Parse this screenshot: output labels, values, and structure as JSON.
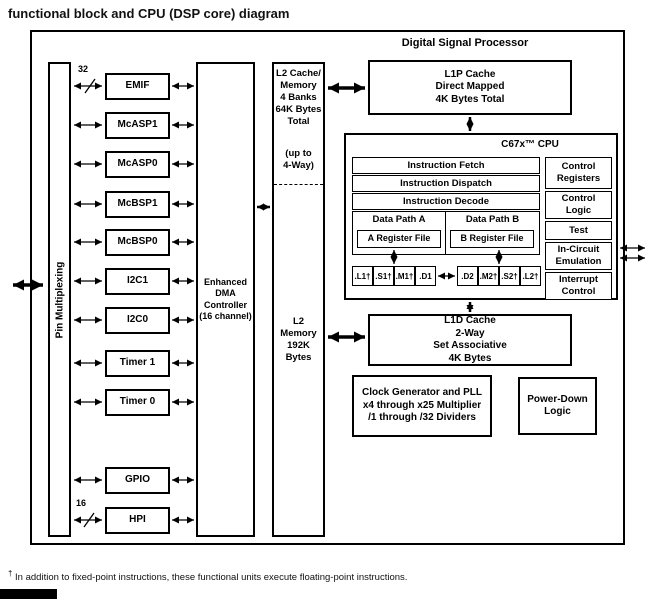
{
  "title": "functional block and CPU (DSP core) diagram",
  "outer": {
    "label": "Digital Signal Processor"
  },
  "pin_mux": {
    "label": "Pin Multiplexing"
  },
  "bus": {
    "emif_width": "32",
    "hpi_width": "16"
  },
  "peripherals": [
    "EMIF",
    "McASP1",
    "McASP0",
    "McBSP1",
    "McBSP0",
    "I2C1",
    "I2C0",
    "Timer 1",
    "Timer 0",
    "GPIO",
    "HPI"
  ],
  "dma": {
    "label": "Enhanced\nDMA\nController\n(16 channel)"
  },
  "l2": {
    "cache_label": "L2 Cache/\nMemory\n4 Banks\n64K Bytes\nTotal",
    "upto_label": "(up to\n4-Way)",
    "memory_label": "L2\nMemory\n192K\nBytes"
  },
  "l1p": {
    "label": "L1P Cache\nDirect Mapped\n4K Bytes Total"
  },
  "l1d": {
    "label": "L1D Cache\n2-Way\nSet Associative\n4K Bytes"
  },
  "cpu": {
    "label": "C67x™ CPU",
    "instruction_fetch": "Instruction Fetch",
    "instruction_dispatch": "Instruction Dispatch",
    "instruction_decode": "Instruction Decode",
    "data_path_a": "Data Path A",
    "data_path_b": "Data Path B",
    "a_register_file": "A Register File",
    "b_register_file": "B Register File",
    "units_a": [
      ".L1†",
      ".S1†",
      ".M1†",
      ".D1"
    ],
    "units_b": [
      ".D2",
      ".M2†",
      ".S2†",
      ".L2†"
    ],
    "control_registers": "Control\nRegisters",
    "control_logic": "Control\nLogic",
    "test": "Test",
    "in_circuit_emulation": "In-Circuit\nEmulation",
    "interrupt_control": "Interrupt\nControl"
  },
  "clock": {
    "label": "Clock Generator and PLL\nx4 through x25 Multiplier\n/1 through /32 Dividers"
  },
  "power": {
    "label": "Power-Down\nLogic"
  },
  "footnote": {
    "symbol": "†",
    "text": "In addition to fixed-point instructions, these functional units execute floating-point instructions."
  }
}
